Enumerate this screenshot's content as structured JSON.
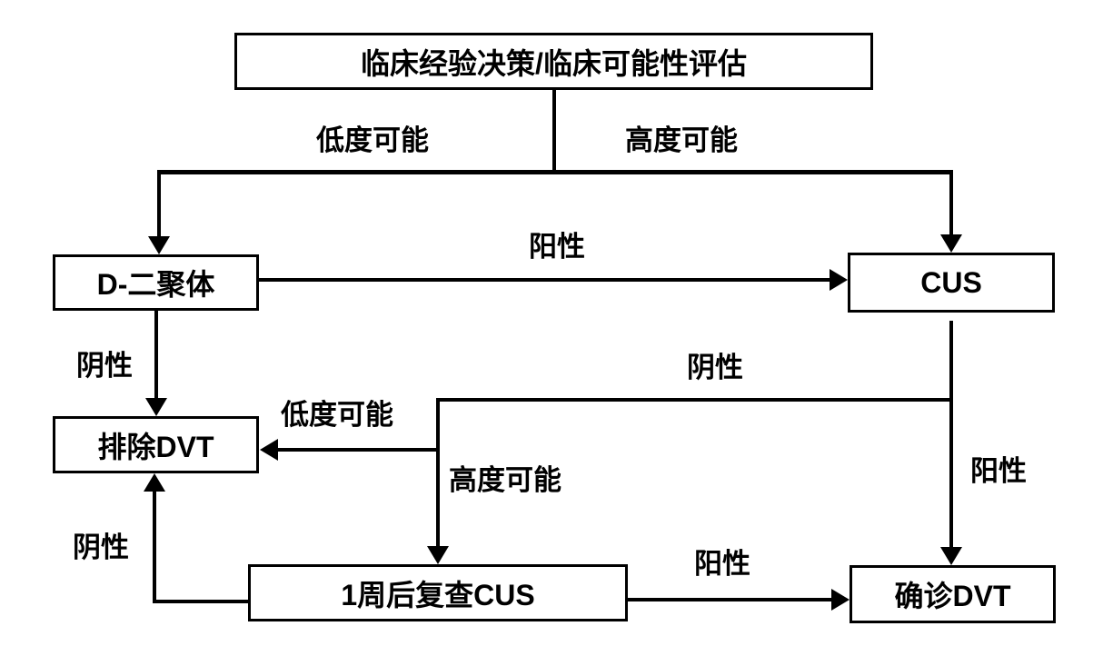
{
  "diagram": {
    "description": "DVT diagnostic decision flowchart",
    "colors": {
      "line": "#000000",
      "text": "#000000",
      "background": "#ffffff",
      "box_background": "#ffffff"
    },
    "nodes": {
      "assessment": "临床经验决策/临床可能性评估",
      "ddimer": "D-二聚体",
      "cus": "CUS",
      "exclude_dvt": "排除DVT",
      "recheck_cus": "1周后复查CUS",
      "confirm_dvt": "确诊DVT"
    },
    "edge_labels": {
      "low_probability_top": "低度可能",
      "high_probability_top": "高度可能",
      "ddimer_positive": "阳性",
      "ddimer_negative": "阴性",
      "cus_negative": "阴性",
      "cus_positive": "阳性",
      "low_probability_mid": "低度可能",
      "high_probability_mid": "高度可能",
      "recheck_negative": "阴性",
      "recheck_positive": "阳性"
    }
  }
}
